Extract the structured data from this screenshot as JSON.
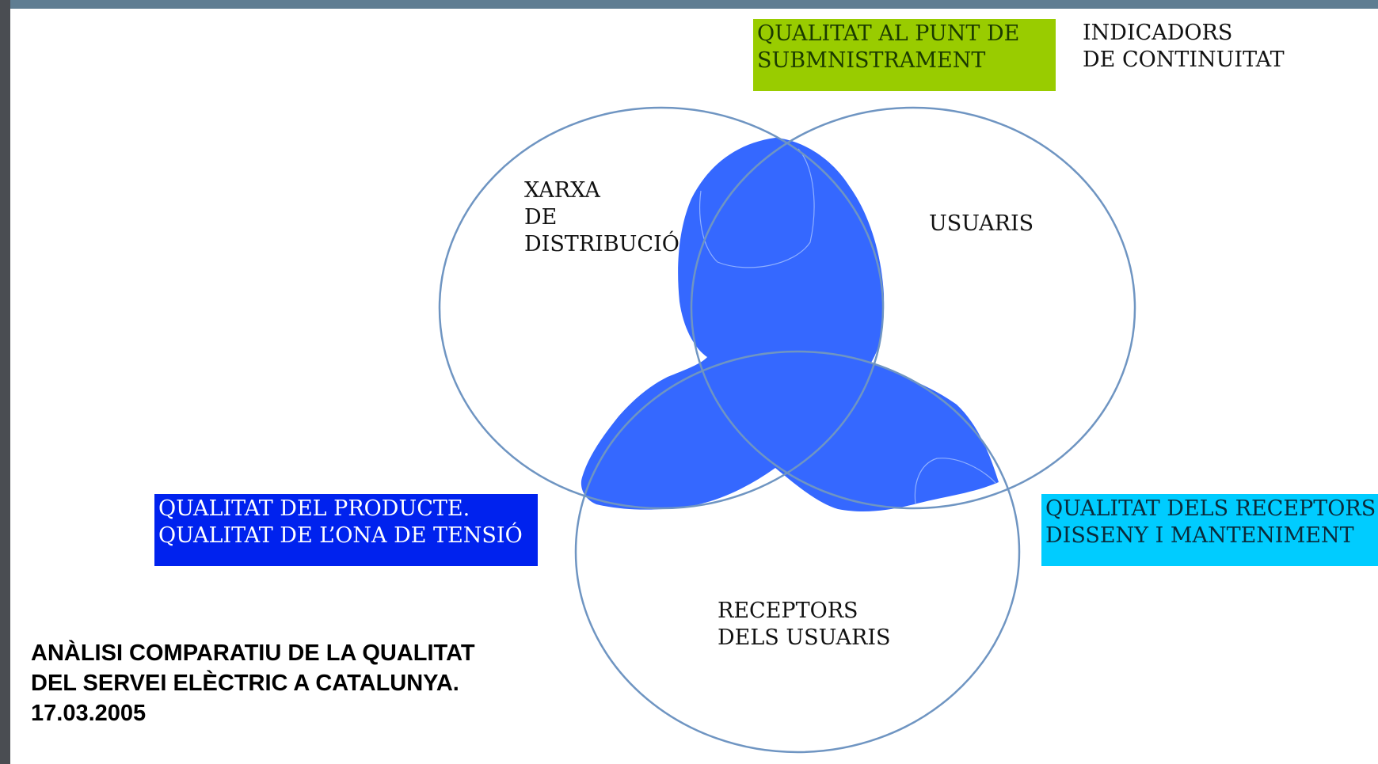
{
  "colors": {
    "circle_stroke": "#6f95c2",
    "intersection_fill": "#3568ff",
    "box_point_bg": "#99cc00",
    "box_product_bg": "#0022ee",
    "box_receptors_bg": "#00ccff"
  },
  "boxes": {
    "point": {
      "line1": "QUALITAT AL PUNT DE",
      "line2": "SUBMNISTRAMENT"
    },
    "product": {
      "line1": "QUALITAT DEL PRODUCTE.",
      "line2": "QUALITAT DE L’ONA DE TENSIÓ"
    },
    "receptors": {
      "line1": "QUALITAT DELS RECEPTORS",
      "line2": "DISSENY I MANTENIMENT"
    }
  },
  "indicadors": {
    "line1": "INDICADORS",
    "line2": "DE CONTINUITAT"
  },
  "circles": {
    "xarxa": {
      "line1": "XARXA",
      "line2": "DE",
      "line3": "DISTRIBUCIÓ"
    },
    "usuaris": {
      "line1": "USUARIS"
    },
    "receptors": {
      "line1": "RECEPTORS",
      "line2": "DELS USUARIS"
    }
  },
  "title": {
    "line1": "ANÀLISI COMPARATIU DE LA QUALITAT",
    "line2": "DEL SERVEI ELÈCTRIC A CATALUNYA.",
    "line3": "17.03.2005"
  }
}
